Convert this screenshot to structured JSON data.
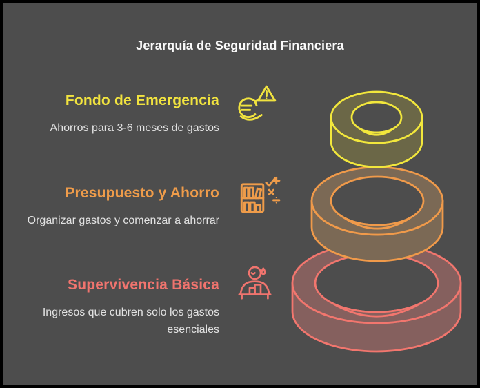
{
  "page": {
    "background_color": "#4d4d4d",
    "frame_color": "#000000",
    "title_color": "#fafafa",
    "description_color": "#e2e2e2"
  },
  "title": "Jerarquía de Seguridad Financiera",
  "sections": [
    {
      "heading": "Fondo de Emergencia",
      "description": "Ahorros para 3-6 meses de gastos",
      "color": "#f1e33f",
      "icon": "euro-alert-icon"
    },
    {
      "heading": "Presupuesto y Ahorro",
      "description": "Organizar gastos y comenzar a ahorrar",
      "color": "#ef9c4a",
      "icon": "budget-books-icon"
    },
    {
      "heading": "Supervivencia Básica",
      "description": "Ingresos que cubren solo los gastos esenciales",
      "color": "#f0746e",
      "icon": "stressed-person-icon"
    }
  ],
  "pyramid": {
    "description": "three stacked 3D rings, smallest on top",
    "rings": [
      {
        "level": "Fondo de Emergencia",
        "stroke": "#f2e73c",
        "fill": "#6b6747"
      },
      {
        "level": "Presupuesto y Ahorro",
        "stroke": "#f09a4a",
        "fill": "#7b6955"
      },
      {
        "level": "Supervivencia Básica",
        "stroke": "#f2766e",
        "fill": "#85605e"
      }
    ]
  }
}
